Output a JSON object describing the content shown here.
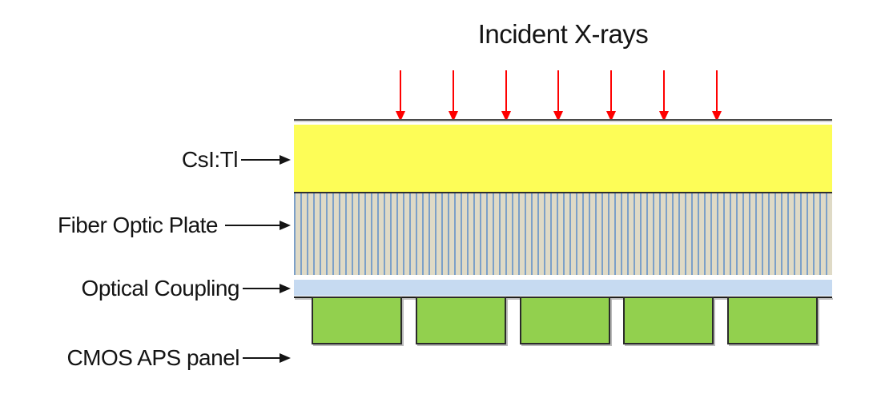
{
  "title": "Incident X-rays",
  "layer_labels": {
    "csi": "CsI:Tl",
    "fiber_optic_plate": "Fiber Optic Plate",
    "optical_coupling": "Optical Coupling",
    "cmos_aps_panel": "CMOS APS panel"
  },
  "incident_arrows": {
    "count": 7,
    "color": "#ff0000"
  },
  "cmos_blocks": {
    "count": 5
  },
  "colors": {
    "csi_yellow": "#fdfd57",
    "fiber_plate_beige": "#dfdac6",
    "fiber_stripe_blue": "#7ca0c8",
    "optical_coupling_blue": "#c6daf1",
    "cmos_green": "#92d04e",
    "arrow_red": "#ff0000",
    "outline_dark": "#2b2b2b",
    "top_line_gray": "#4a4a4a",
    "text_black": "#141414"
  }
}
